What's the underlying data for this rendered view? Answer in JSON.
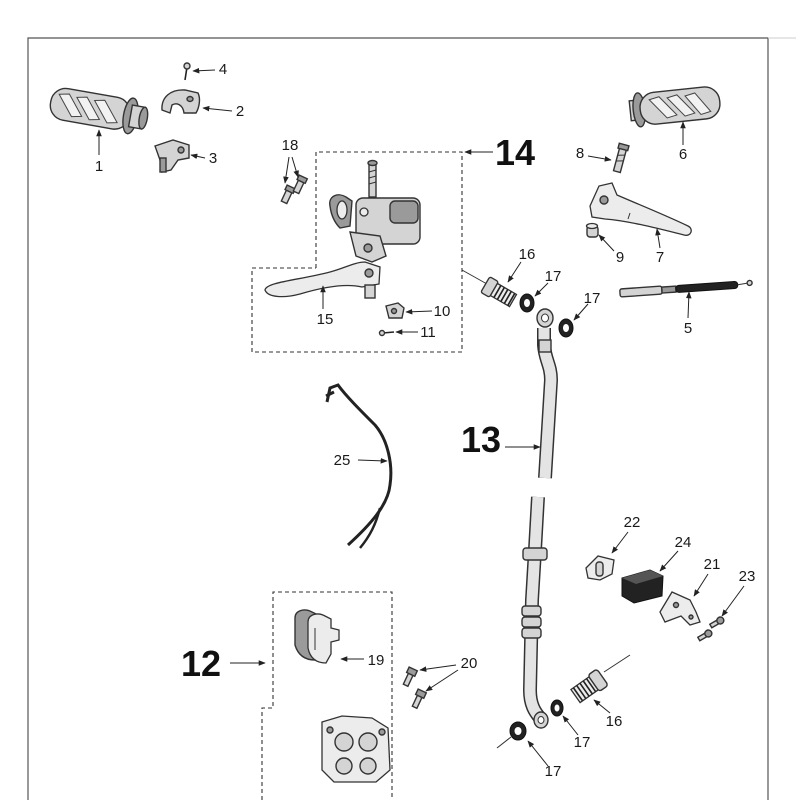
{
  "callouts": [
    "4",
    "2",
    "3",
    "1",
    "18",
    "8",
    "6",
    "16",
    "9",
    "7",
    "17",
    "17",
    "10",
    "15",
    "5",
    "11",
    "25",
    "22",
    "24",
    "21",
    "23",
    "19",
    "20",
    "16",
    "17",
    "17"
  ],
  "group_labels": [
    "14",
    "13",
    "12"
  ],
  "colors": {
    "background": "#ffffff",
    "outline": "#333333",
    "part_fill": "#d4d4d4",
    "dark_part": "#222222"
  }
}
